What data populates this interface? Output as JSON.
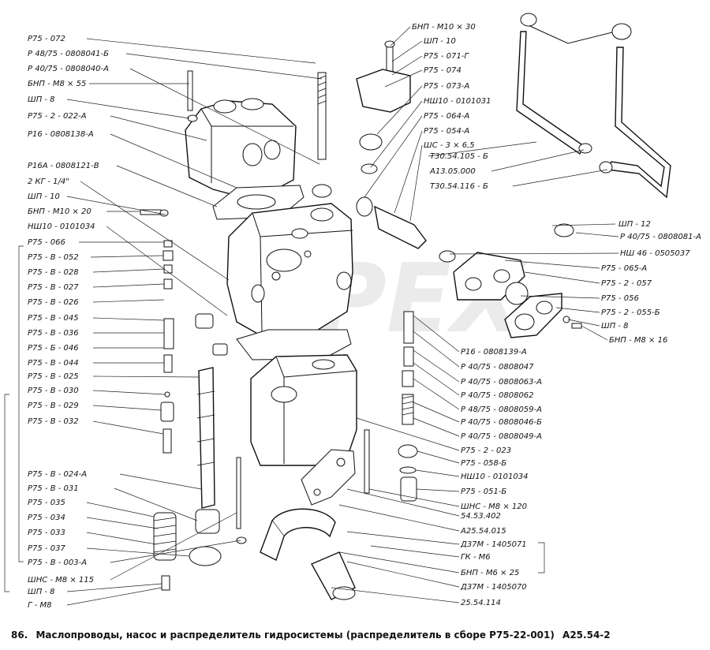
{
  "caption": {
    "number": "86.",
    "title": "Маслопроводы, насос и распределитель гидросистемы (распределитель в сборе Р75-22-001)",
    "code": "A25.54-2"
  },
  "watermark": "OPEX",
  "left_labels": [
    "Р75 - 072",
    "Р 48/75 - 0808041-Б",
    "Р 40/75 - 0808040-А",
    "БНП - М8 × 55",
    "ШП - 8",
    "Р75 - 2 - 022-А",
    "Р16 - 0808138-А",
    "Р16А - 0808121-В",
    "2 КГ - 1/4\"",
    "ШП - 10",
    "БНП - М10 × 20",
    "НШ10 - 0101034",
    "Р75 - 066",
    "Р75 - В - 052",
    "Р75 - В - 028",
    "Р75 - В - 027",
    "Р75 - В - 026",
    "Р75 - В - 045",
    "Р75 - В - 036",
    "Р75 - Б - 046",
    "Р75 - В - 044",
    "Р75 - В - 025",
    "Р75 - В - 030",
    "Р75 - В - 029",
    "Р75 - В - 032",
    "Р75 - В - 024-А",
    "Р75 - В - 031",
    "Р75 - 035",
    "Р75 - 034",
    "Р75 - 033",
    "Р75 - 037",
    "Р75 - В - 003-А",
    "ШНС - М8 × 115",
    "ШП - 8",
    "Г - М8"
  ],
  "top_mid_labels": [
    "БНП - М10 × 30",
    "ШП - 10",
    "Р75 - 071-Г",
    "Р75 - 074",
    "Р75 - 073-А",
    "НШ10 - 0101031",
    "Р75 - 064-А",
    "Р75 - 054-А",
    "ШС - 3 × 6,5"
  ],
  "top_right_labels": [
    "Т30.54.105 - Б",
    "А13.05.000",
    "Т30.54.116 - Б"
  ],
  "right_labels": [
    "ШП - 12",
    "Р 40/75 - 0808081-А",
    "НШ 46 - 0505037",
    "Р75 - 065-А",
    "Р75 - 2 - 057",
    "Р75 - 056",
    "Р75 - 2 - 055-Б",
    "ШП - 8",
    "БНП - М8 × 16"
  ],
  "mid_right_labels": [
    "Р16 - 0808139-А",
    "Р 40/75 - 0808047",
    "Р 40/75 - 0808063-А",
    "Р 40/75 - 0808062",
    "Р 48/75 - 0808059-А",
    "Р 40/75 - 0808046-Б",
    "Р 40/75 - 0808049-А",
    "Р75 - 2 - 023",
    "Р75 - 058-Б",
    "НШ10 - 0101034",
    "Р75 - 051-Б",
    "ШНС - М8 × 120",
    "54.53.402",
    "А25.54.015",
    "Д37М - 1405071",
    "ГК - М6",
    "БНП - М6 × 25",
    "Д37М - 1405070",
    "25.54.114"
  ]
}
